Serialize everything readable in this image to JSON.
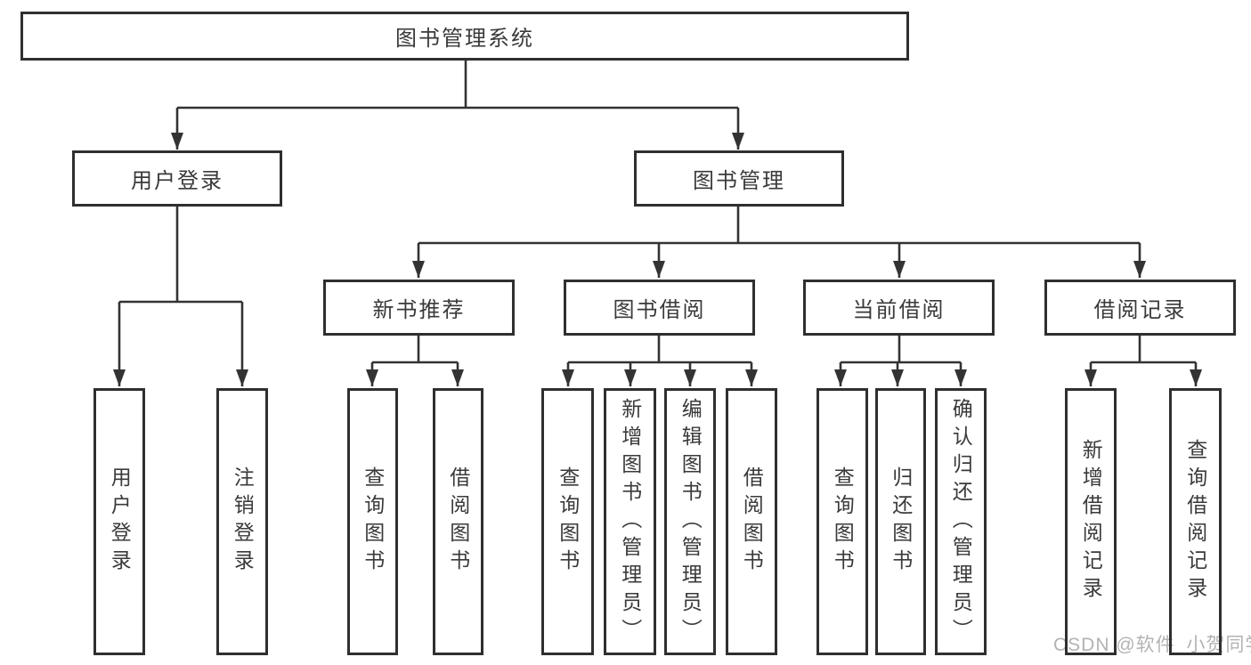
{
  "colors": {
    "box_border": "#2f2f2f",
    "connector": "#333333",
    "text": "#3a3a3a",
    "watermark": "#b3b3b3"
  },
  "tree": {
    "root": {
      "label": "图书管理系统"
    },
    "branches": [
      {
        "label": "用户登录",
        "leaves": [
          "用户登录",
          "注销登录"
        ]
      },
      {
        "label": "图书管理",
        "groups": [
          {
            "label": "新书推荐",
            "leaves": [
              "查询图书",
              "借阅图书"
            ]
          },
          {
            "label": "图书借阅",
            "leaves": [
              "查询图书",
              "新增图书（管理员）",
              "编辑图书（管理员）",
              "借阅图书"
            ]
          },
          {
            "label": "当前借阅",
            "leaves": [
              "查询图书",
              "归还图书",
              "确认归还（管理员）"
            ]
          },
          {
            "label": "借阅记录",
            "leaves": [
              "新增借阅记录",
              "查询借阅记录"
            ]
          }
        ]
      }
    ]
  },
  "watermark": {
    "text": "CSDN @软件_小贺同学"
  }
}
